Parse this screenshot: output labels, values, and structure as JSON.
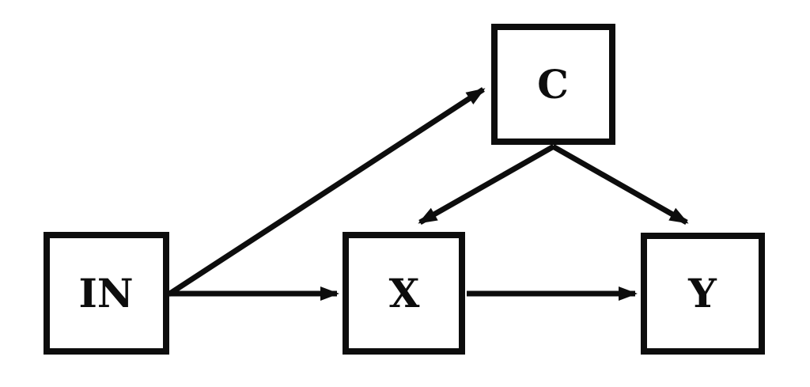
{
  "figure": {
    "type": "causal-graph-diagram",
    "background_color": "#ffffff",
    "line_color": "#0d0d0d",
    "nodes": [
      {
        "id": "IN",
        "label": "IN",
        "position": "bottom-left"
      },
      {
        "id": "C",
        "label": "C",
        "position": "top-center"
      },
      {
        "id": "X",
        "label": "X",
        "position": "bottom-center"
      },
      {
        "id": "Y",
        "label": "Y",
        "position": "bottom-right"
      }
    ],
    "edges": [
      {
        "from": "IN",
        "to": "C"
      },
      {
        "from": "IN",
        "to": "X"
      },
      {
        "from": "C",
        "to": "X"
      },
      {
        "from": "C",
        "to": "Y"
      },
      {
        "from": "X",
        "to": "Y"
      }
    ]
  }
}
